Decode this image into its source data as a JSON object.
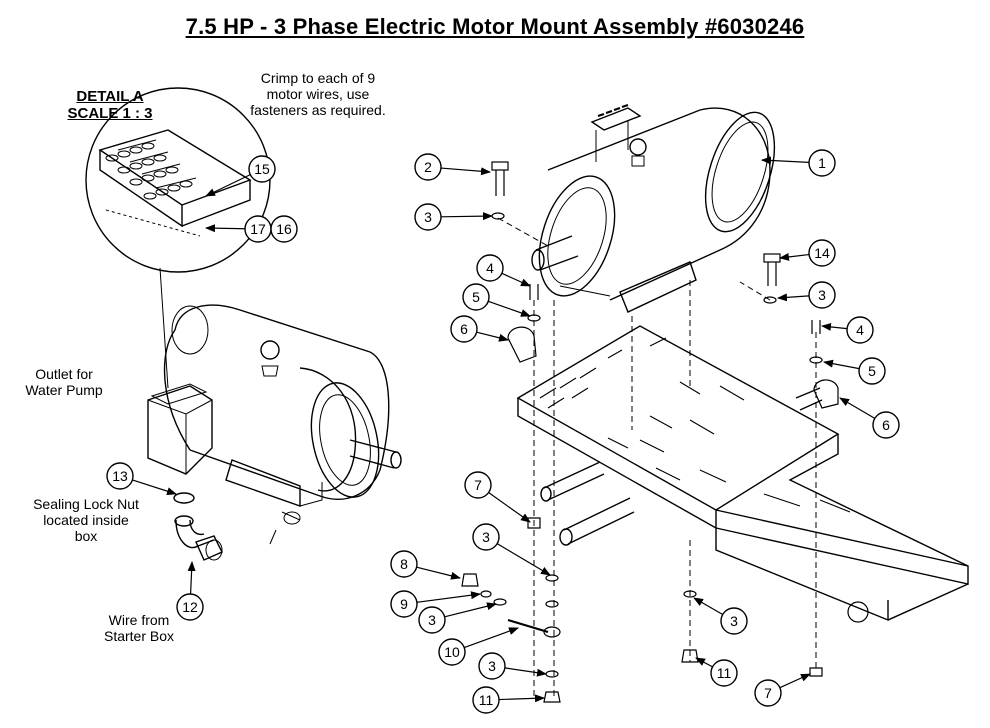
{
  "title": "7.5 HP - 3 Phase Electric Motor Mount Assembly #6030246",
  "detail": {
    "line1": "DETAIL A",
    "line2": "SCALE 1 : 3"
  },
  "notes": {
    "crimp_l1": "Crimp to each of 9",
    "crimp_l2": "motor wires, use",
    "crimp_l3": "fasteners as required.",
    "outlet_l1": "Outlet for",
    "outlet_l2": "Water Pump",
    "seal_l1": "Sealing Lock Nut",
    "seal_l2": "located inside",
    "seal_l3": "box",
    "wire_l1": "Wire from",
    "wire_l2": "Starter Box"
  },
  "balloons": [
    "1",
    "2",
    "3",
    "14",
    "3",
    "4",
    "5",
    "6",
    "4",
    "5",
    "6",
    "7",
    "3",
    "8",
    "9",
    "3",
    "10",
    "3",
    "11",
    "3",
    "11",
    "7",
    "15",
    "17",
    "16",
    "13",
    "12"
  ]
}
